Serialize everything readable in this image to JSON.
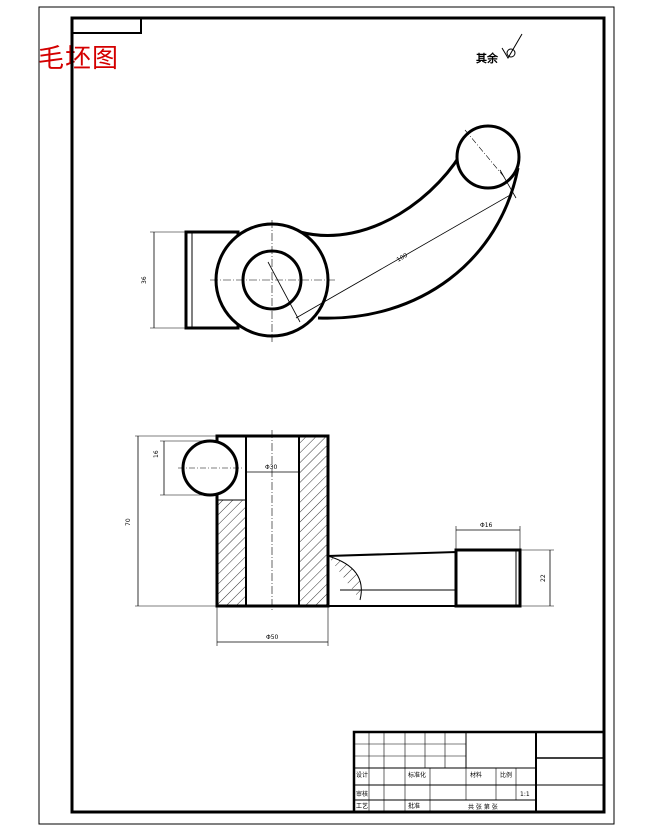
{
  "drawing": {
    "title": "毛坯图",
    "roughness_note": "其余",
    "dimensions": {
      "top_height": "36",
      "arm_length": "100",
      "front_small_height": "16",
      "front_bore_dia": "Φ30",
      "front_total_height": "70",
      "front_base_width": "Φ50",
      "pin_length": "Φ16",
      "pin_height": "22"
    }
  },
  "title_block": {
    "material_label": "材料",
    "scale_label": "比例",
    "scale_value": "1:1",
    "sheet_label": "共 张 第 张",
    "designer_label": "设计",
    "checker_label": "审核",
    "process_label": "工艺",
    "standard_label": "标准化",
    "approve_label": "批准"
  },
  "colors": {
    "title_red": "#d40000",
    "line": "#000000"
  }
}
